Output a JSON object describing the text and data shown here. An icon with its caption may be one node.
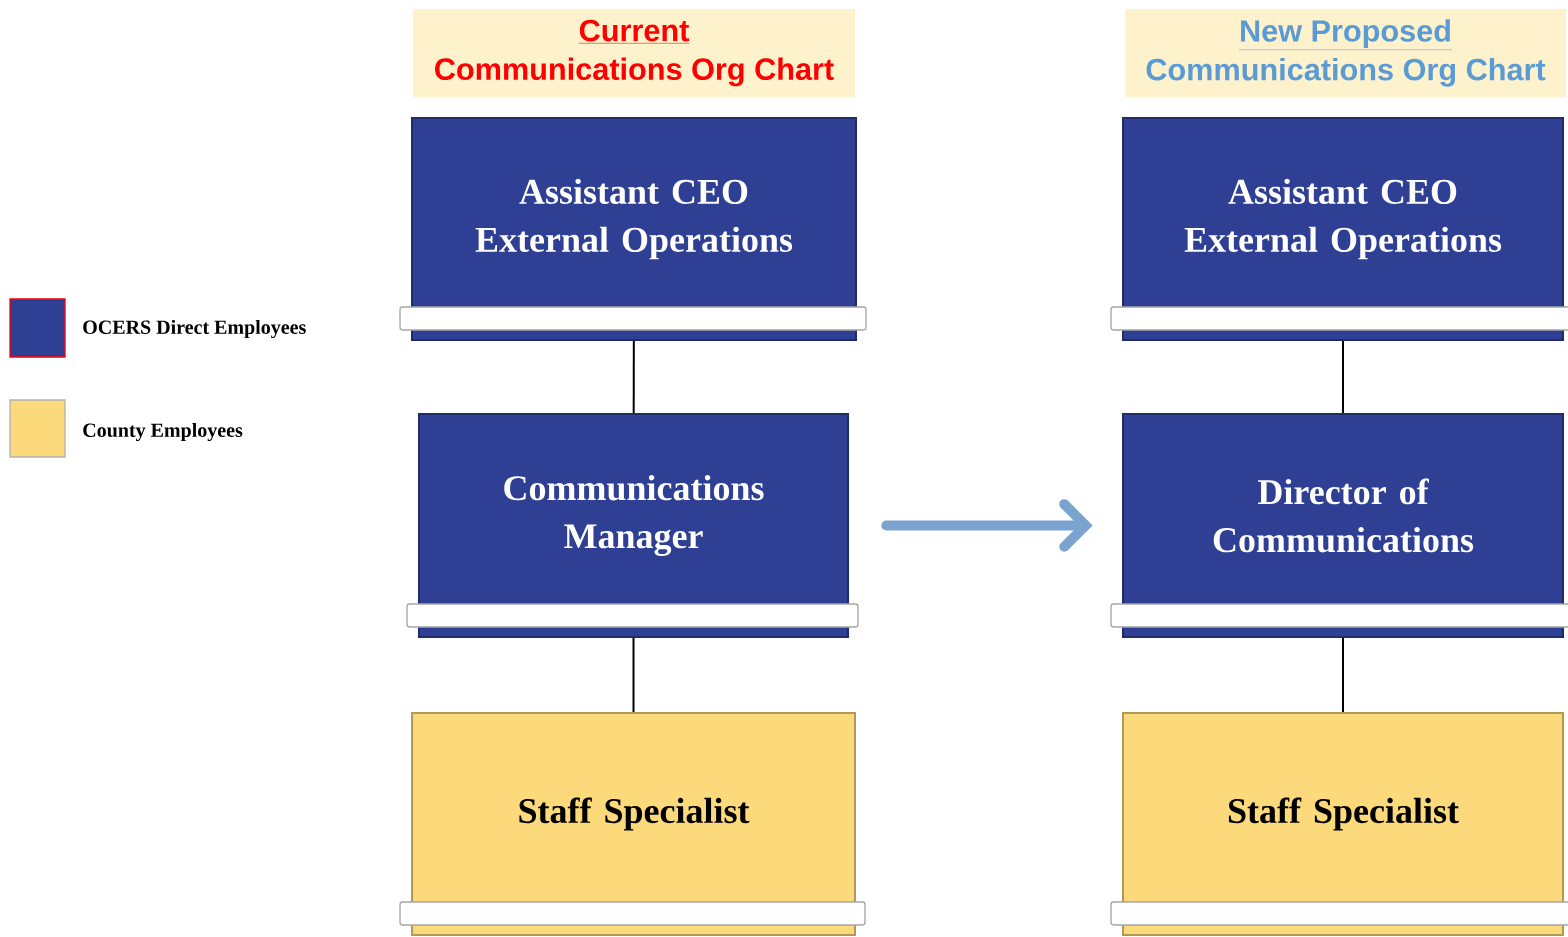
{
  "diagram": {
    "nodes": [
      {
        "text": [
          "Current",
          "Communications Org Chart"
        ]
      },
      {
        "text": [
          "Assistant CEO External Operations"
        ]
      },
      {
        "text": [
          "Communications Manager"
        ]
      },
      {
        "text": [
          "Staff Specialist"
        ]
      },
      {
        "text": [
          "New Proposed",
          "Communications Org Chart"
        ]
      },
      {
        "text": [
          "Assistant CEO External Operations"
        ]
      },
      {
        "text": [
          "Director of Communications"
        ]
      },
      {
        "text": [
          "Staff Specialist"
        ]
      }
    ],
    "edges": [
      {
        "from": 1,
        "to": 2,
        "arrow": "none"
      },
      {
        "from": 2,
        "to": 3,
        "arrow": "none"
      },
      {
        "from": 5,
        "to": 6,
        "arrow": "none"
      },
      {
        "from": 6,
        "to": 7,
        "arrow": "none"
      },
      {
        "from": 2,
        "to": 6,
        "arrow": "to",
        "style": "thick",
        "color": "#7ba3d0"
      }
    ],
    "legend": [
      {
        "text": "OCERS Direct Employees",
        "color": "#2e3f94"
      },
      {
        "text": "County Employees",
        "color": "#fcd97a"
      }
    ]
  }
}
